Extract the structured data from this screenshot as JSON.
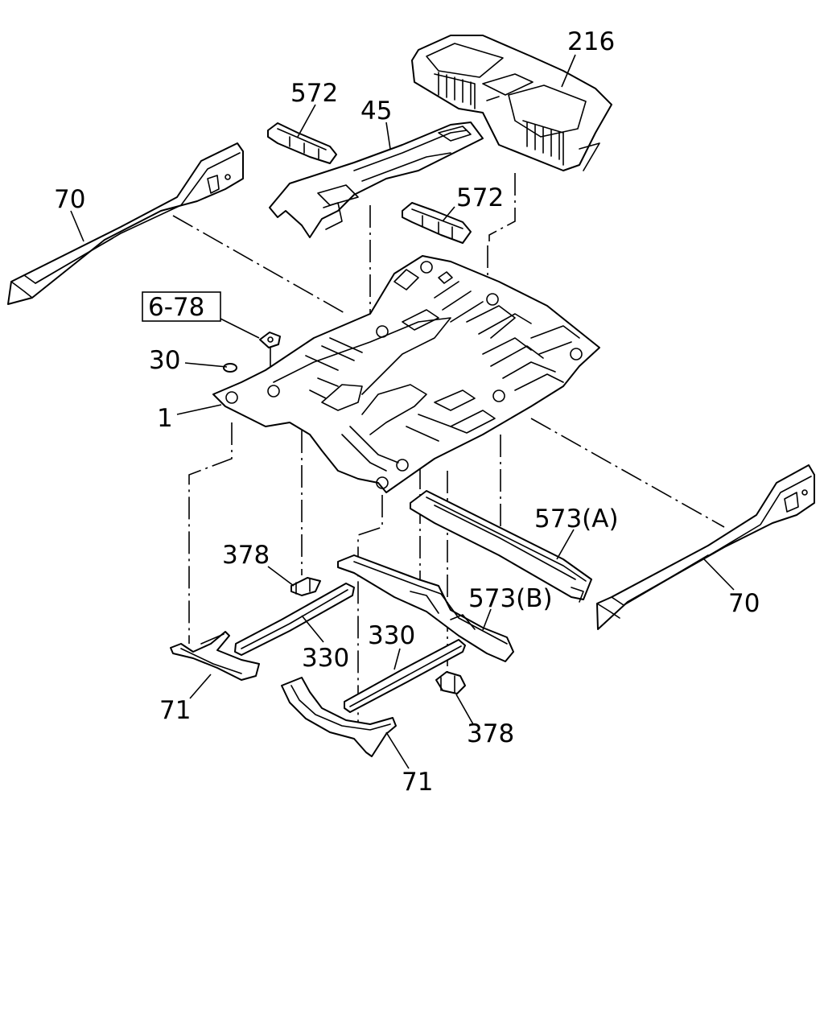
{
  "diagram": {
    "labels": {
      "part_216": "216",
      "part_572_top": "572",
      "part_45": "45",
      "part_572_right": "572",
      "part_70_left": "70",
      "ref_6_78": "6-78",
      "part_30": "30",
      "part_1": "1",
      "part_573a": "573(A)",
      "part_378_left": "378",
      "part_573b": "573(B)",
      "part_330_left": "330",
      "part_330_right": "330",
      "part_70_right": "70",
      "part_71_left": "71",
      "part_378_right": "378",
      "part_71_bottom": "71"
    },
    "colors": {
      "line": "#000000",
      "background": "#ffffff"
    }
  }
}
